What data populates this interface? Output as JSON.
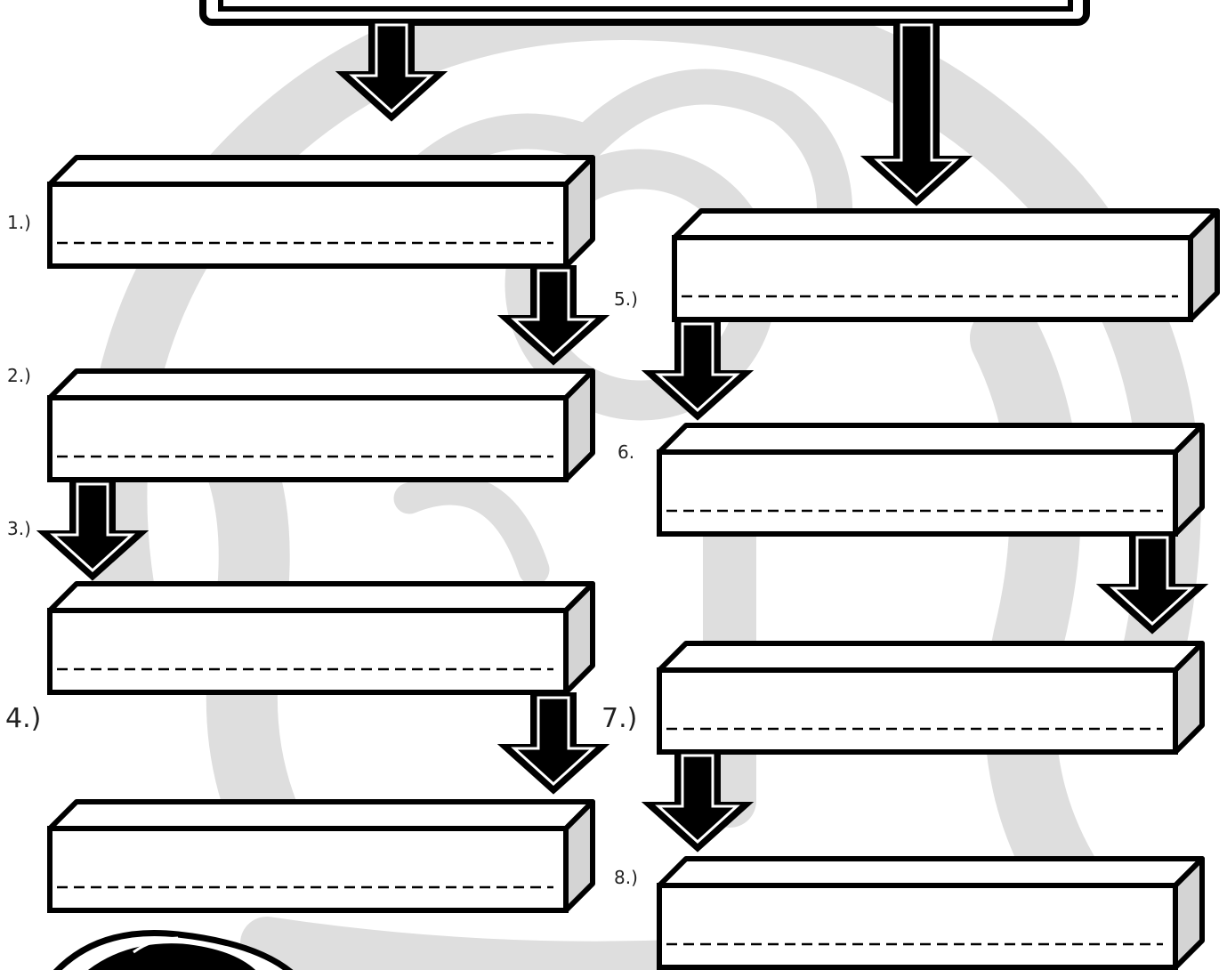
{
  "title_box": {
    "text": ""
  },
  "steps": [
    {
      "number": "1.)",
      "text": ""
    },
    {
      "number": "2.)",
      "text": ""
    },
    {
      "number": "3.)",
      "text": ""
    },
    {
      "number": "4.)",
      "text": ""
    },
    {
      "number": "5.)",
      "text": ""
    },
    {
      "number": "6.",
      "text": ""
    },
    {
      "number": "7.)",
      "text": ""
    },
    {
      "number": "8.)",
      "text": ""
    }
  ],
  "colors": {
    "outline": "#000000",
    "box_face": "#ffffff",
    "box_side": "#d4d4d4",
    "watermark": "#dedede",
    "arrow_fill": "#000000"
  }
}
